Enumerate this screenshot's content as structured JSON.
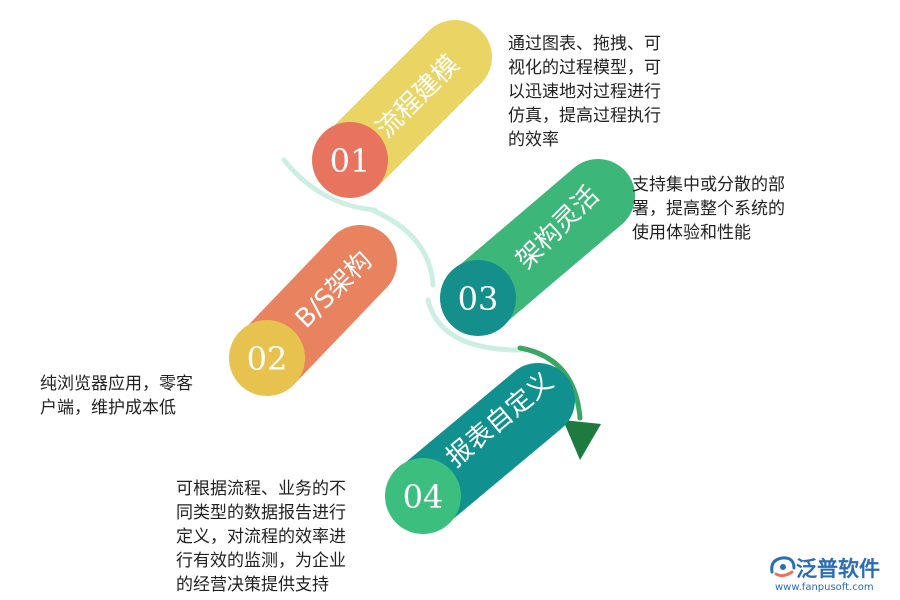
{
  "steps": [
    {
      "num": "01",
      "title": "流程建模",
      "color": "#E9D464",
      "circle": "#E8735F",
      "desc": "通过图表、拖拽、可\n视化的过程模型，可\n以迅速地对过程进行\n仿真，提高过程执行\n的效率"
    },
    {
      "num": "02",
      "title": "B/S架构",
      "color": "#E8825F",
      "circle": "#E8C24E",
      "desc": "纯浏览器应用，零客\n户端，维护成本低"
    },
    {
      "num": "03",
      "title": "架构灵活",
      "color": "#3DB67A",
      "circle": "#148F8C",
      "desc": "支持集中或分散的部\n署，提高整个系统的\n使用体验和性能"
    },
    {
      "num": "04",
      "title": "报表自定义",
      "color": "#10918F",
      "circle": "#3CBF7E",
      "desc": "可根据流程、业务的不\n同类型的数据报告进行\n定义，对流程的效率进\n行有效的监测，为企业\n的经营决策提供支持"
    }
  ],
  "logo": {
    "name": "泛普软件",
    "url": "www.fanpusoft.com"
  },
  "colors": {
    "arc": "#CDEFE3",
    "arrow": "#1E7B3F",
    "text": "#222222",
    "brand": "#2A6DB5"
  }
}
